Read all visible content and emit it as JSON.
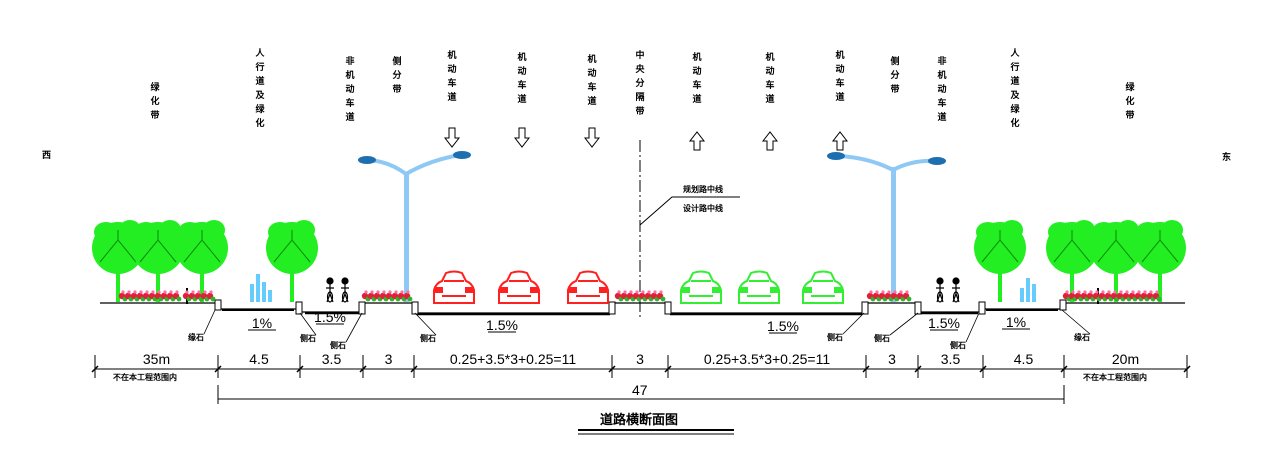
{
  "directions": {
    "west": "西",
    "east": "东"
  },
  "zones": [
    {
      "key": "green-left",
      "label": "绿化带"
    },
    {
      "key": "sidewalk-left",
      "label": "人行道及绿化"
    },
    {
      "key": "bike-left",
      "label": "非机动车道"
    },
    {
      "key": "divider-left",
      "label": "侧分带"
    },
    {
      "key": "lane-l1",
      "label": "机动车道"
    },
    {
      "key": "lane-l2",
      "label": "机动车道"
    },
    {
      "key": "lane-l3",
      "label": "机动车道"
    },
    {
      "key": "median",
      "label": "中央分隔带"
    },
    {
      "key": "lane-r1",
      "label": "机动车道"
    },
    {
      "key": "lane-r2",
      "label": "机动车道"
    },
    {
      "key": "lane-r3",
      "label": "机动车道"
    },
    {
      "key": "divider-right",
      "label": "侧分带"
    },
    {
      "key": "bike-right",
      "label": "非机动车道"
    },
    {
      "key": "sidewalk-right",
      "label": "人行道及绿化"
    },
    {
      "key": "green-right",
      "label": "绿化带"
    }
  ],
  "centerline": {
    "planned": "规划路中线",
    "design": "设计路中线"
  },
  "slopes": [
    "1%",
    "1.5%",
    "1.5%",
    "1.5%",
    "1.5%",
    "1%"
  ],
  "curbs": [
    "缘石",
    "侧石",
    "侧石",
    "侧石",
    "侧石",
    "侧石",
    "侧石",
    "缘石"
  ],
  "dimensions": [
    "35m",
    "4.5",
    "3.5",
    "3",
    "0.25+3.5*3+0.25=11",
    "3",
    "0.25+3.5*3+0.25=11",
    "3",
    "3.5",
    "4.5",
    "20m"
  ],
  "total_width": "47",
  "scope_notes": {
    "left": "不在本工程范围内",
    "right": "不在本工程范围内"
  },
  "title": "道路横断面图",
  "colors": {
    "westbound_cars": "#ff2020",
    "eastbound_cars": "#33ee33",
    "trees": "#22ee22",
    "lamp": "#8ec9f5",
    "water": "#66ccff"
  }
}
